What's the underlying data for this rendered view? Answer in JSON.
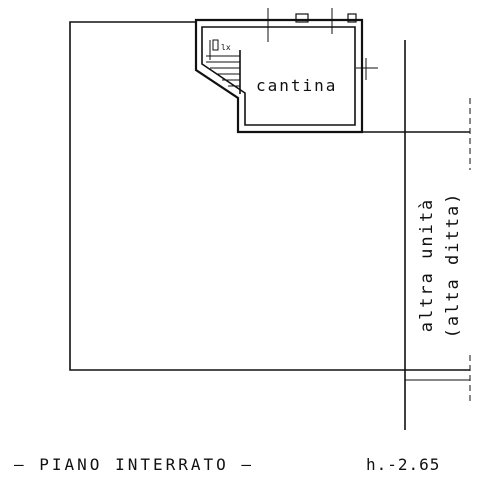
{
  "plan": {
    "room_label": "cantina",
    "stair_mark": "lx",
    "adjacent_unit_line1": "altra unità",
    "adjacent_unit_line2": "(alta ditta)",
    "caption_floor": "— PIANO INTERRATO —",
    "caption_height": "h.-2.65"
  },
  "colors": {
    "ink": "#111111",
    "paper": "#ffffff"
  }
}
